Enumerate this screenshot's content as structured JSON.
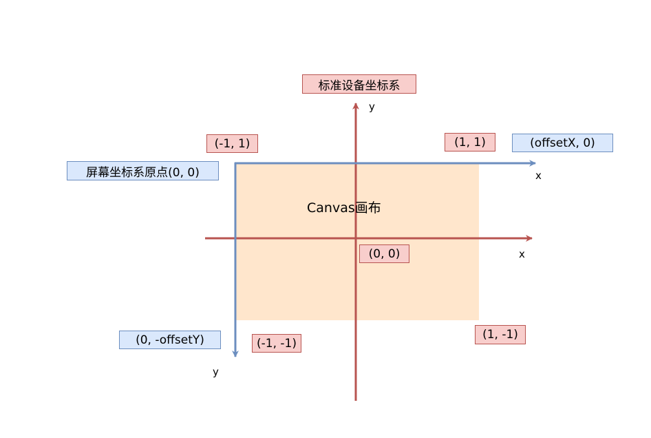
{
  "title": "标准设备坐标系",
  "canvas_label": "Canvas画布",
  "ndc_points": {
    "top_left": "(-1, 1)",
    "top_right": "(1, 1)",
    "bottom_left": "(-1, -1)",
    "bottom_right": "(1, -1)",
    "center": "(0, 0)"
  },
  "screen_points": {
    "origin": "屏幕坐标系原点(0, 0)",
    "x_end": "(offsetX, 0)",
    "y_end": "(0, -offsetY)"
  },
  "axis_letters": {
    "ndc_y": "y",
    "ndc_x": "x",
    "screen_x": "x",
    "screen_y": "y"
  },
  "colors": {
    "ndc_axis": "#b85450",
    "screen_axis": "#6c8ebf",
    "canvas_fill": "#ffe6cc",
    "red_box_fill": "#f8cecc",
    "blue_box_fill": "#dae8fc"
  }
}
